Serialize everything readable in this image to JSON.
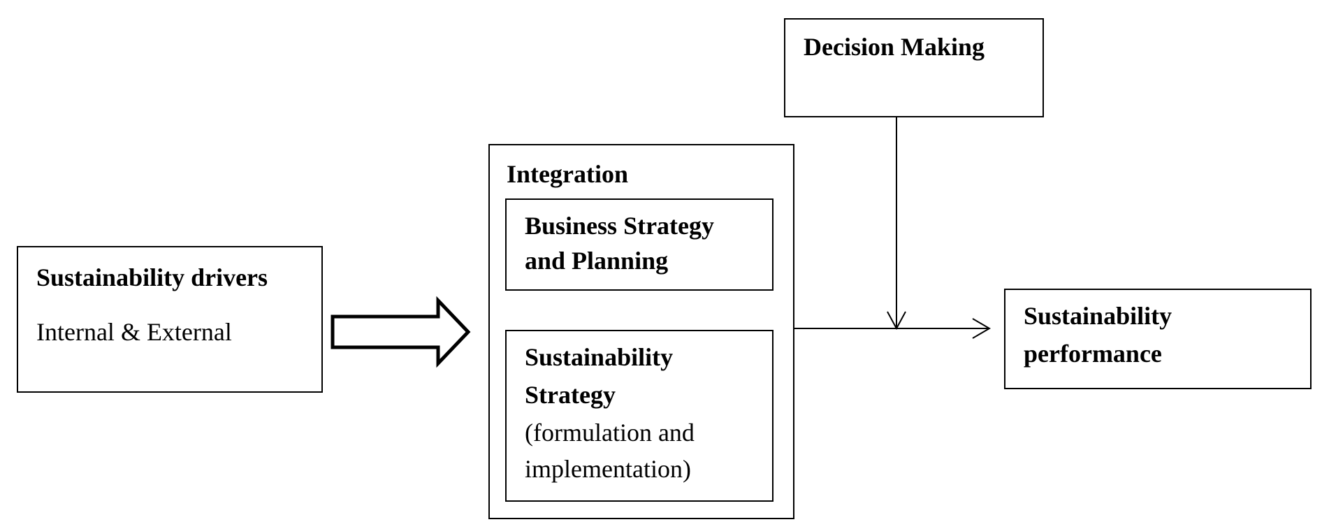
{
  "drivers": {
    "title": "Sustainability drivers",
    "subtitle": "Internal & External"
  },
  "integration": {
    "title": "Integration",
    "business": {
      "line1": "Business Strategy",
      "line2": "and Planning"
    },
    "sustainability_strategy": {
      "line1": "Sustainability",
      "line2": "Strategy",
      "line3": "(formulation and",
      "line4": "implementation)"
    }
  },
  "decision": {
    "title": "Decision Making"
  },
  "performance": {
    "line1": "Sustainability",
    "line2": "performance"
  }
}
